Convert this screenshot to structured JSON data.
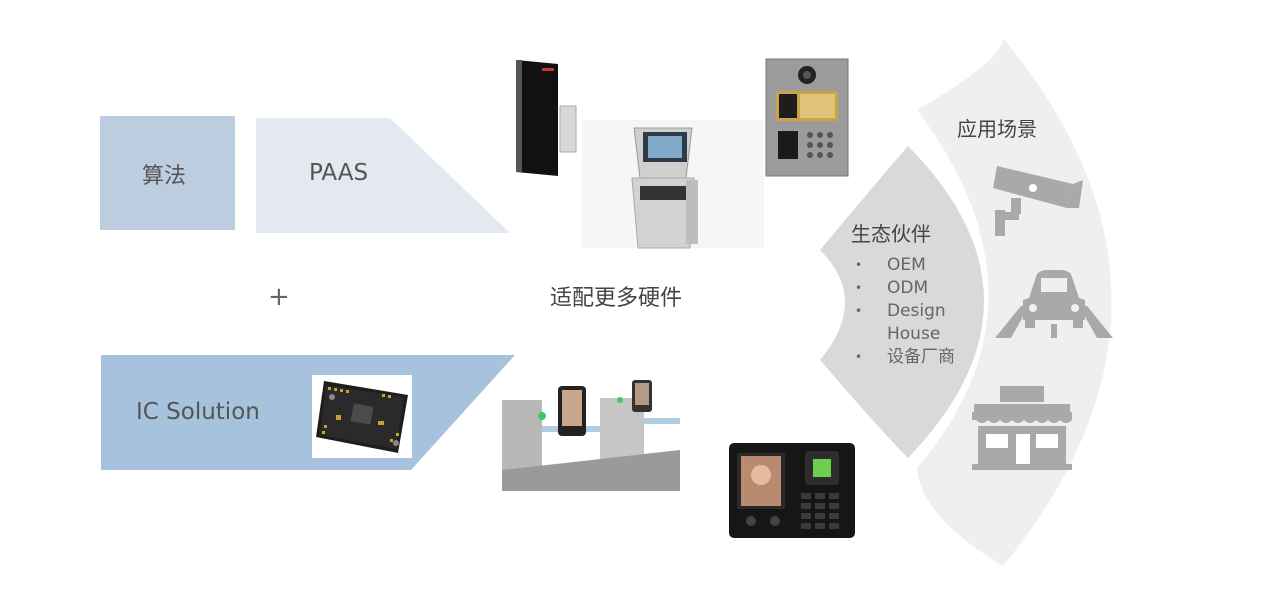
{
  "left": {
    "algo_label": "算法",
    "paas_label": "PAAS",
    "plus": "+",
    "ic_label": "IC Solution",
    "colors": {
      "algo": "#bccde0",
      "paas": "#e4e9f1",
      "ic": "#a7c2dd"
    }
  },
  "center": {
    "hardware_label": "适配更多硬件"
  },
  "right": {
    "partners": {
      "title": "生态伙伴",
      "items": [
        "OEM",
        "ODM",
        "Design",
        "House",
        "设备厂商"
      ]
    },
    "scenes": {
      "title": "应用场景",
      "icons": [
        "cctv-camera-icon",
        "car-road-icon",
        "store-icon"
      ]
    },
    "colors": {
      "inner_arc": "#d9d9d9",
      "outer_arc": "#efefef",
      "icon": "#a9a9a9"
    }
  }
}
